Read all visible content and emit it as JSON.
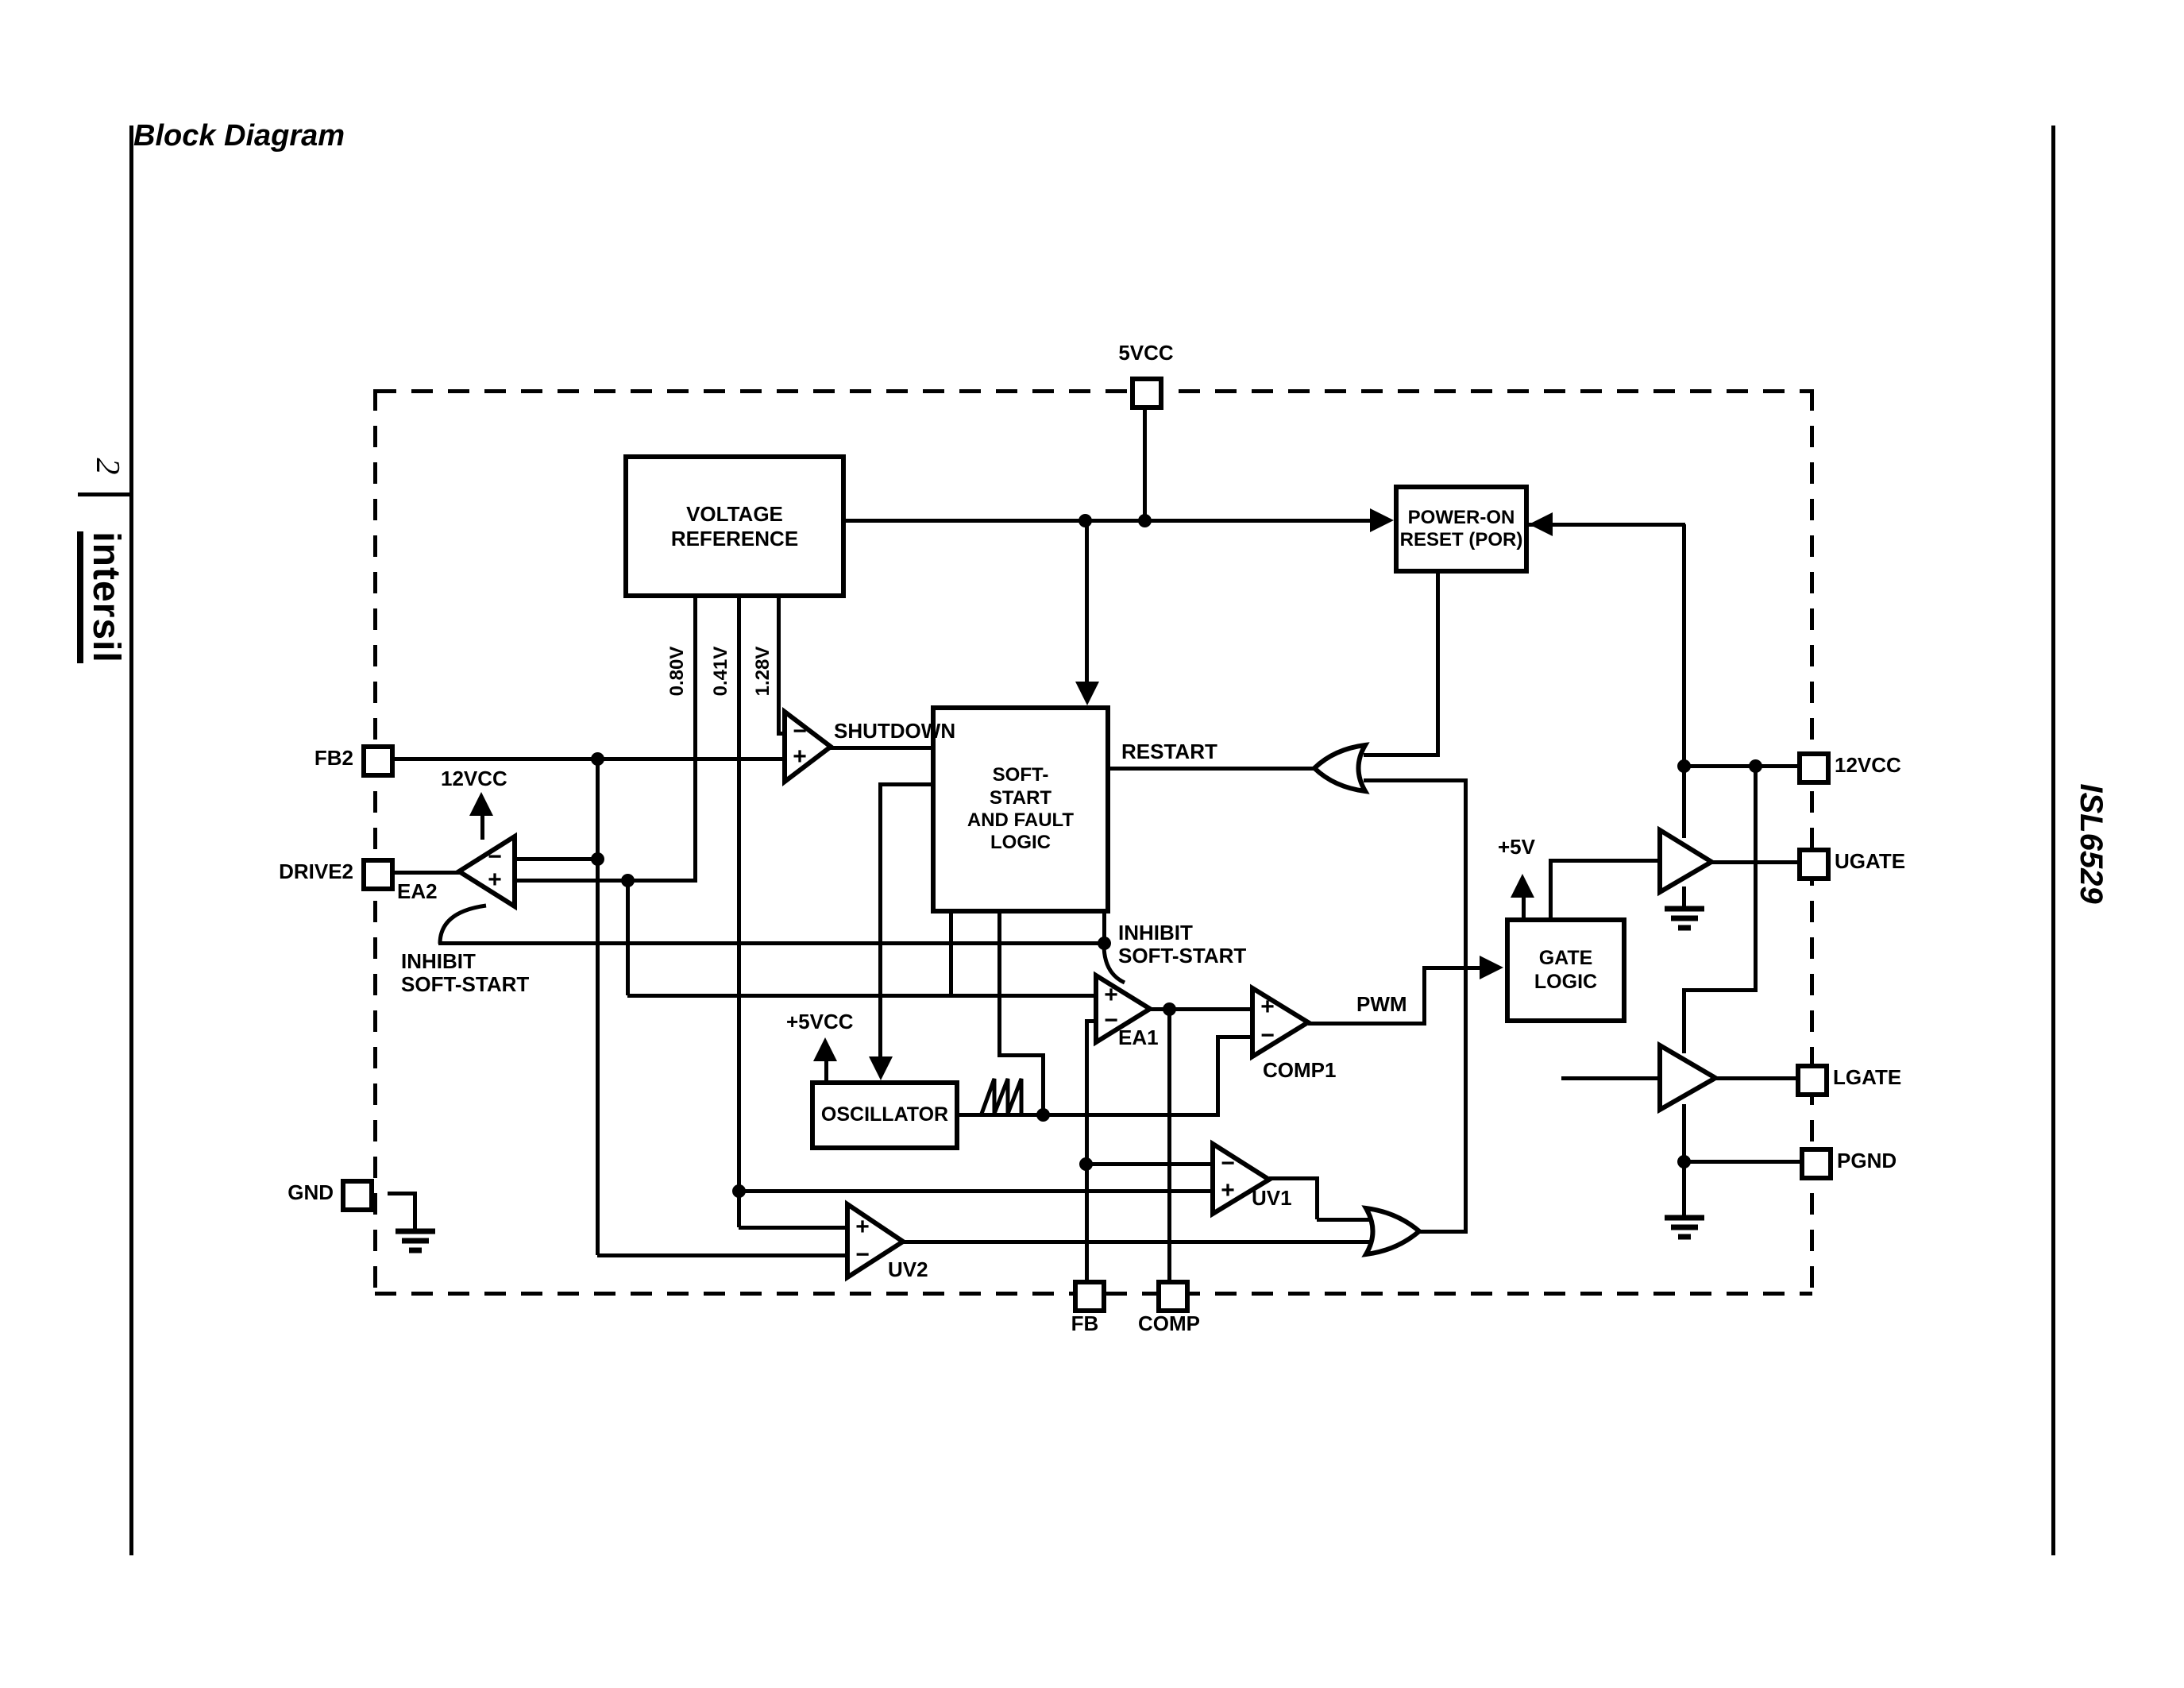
{
  "page": {
    "title": "Block Diagram",
    "page_number": "2",
    "brand_logo": "intersil",
    "part_number": "ISL6529"
  },
  "blocks": {
    "voltage_reference": "VOLTAGE\nREFERENCE",
    "power_on_reset": "POWER-ON\nRESET (POR)",
    "soft_start_fault_logic": "SOFT-\nSTART\nAND FAULT\nLOGIC",
    "oscillator": "OSCILLATOR",
    "gate_logic": "GATE\nLOGIC"
  },
  "pins": {
    "vcc5": "5VCC",
    "fb2": "FB2",
    "drive2": "DRIVE2",
    "gnd": "GND",
    "vcc12": "12VCC",
    "ugate": "UGATE",
    "lgate": "LGATE",
    "pgnd": "PGND",
    "fb": "FB",
    "comp": "COMP"
  },
  "signals": {
    "shutdown": "SHUTDOWN",
    "restart": "RESTART",
    "pwm": "PWM",
    "inhibit_soft_start": "INHIBIT\nSOFT-START",
    "vcc12_supply": "12VCC",
    "vcc5_supply": "+5VCC",
    "v5_supply": "+5V",
    "ref_080": "0.80V",
    "ref_041": "0.41V",
    "ref_128": "1.28V"
  },
  "amplifiers": {
    "ea2": "EA2",
    "ea1": "EA1",
    "comp1": "COMP1",
    "uv1": "UV1",
    "uv2": "UV2"
  },
  "glyphs": {
    "plus": "+",
    "minus": "−"
  }
}
